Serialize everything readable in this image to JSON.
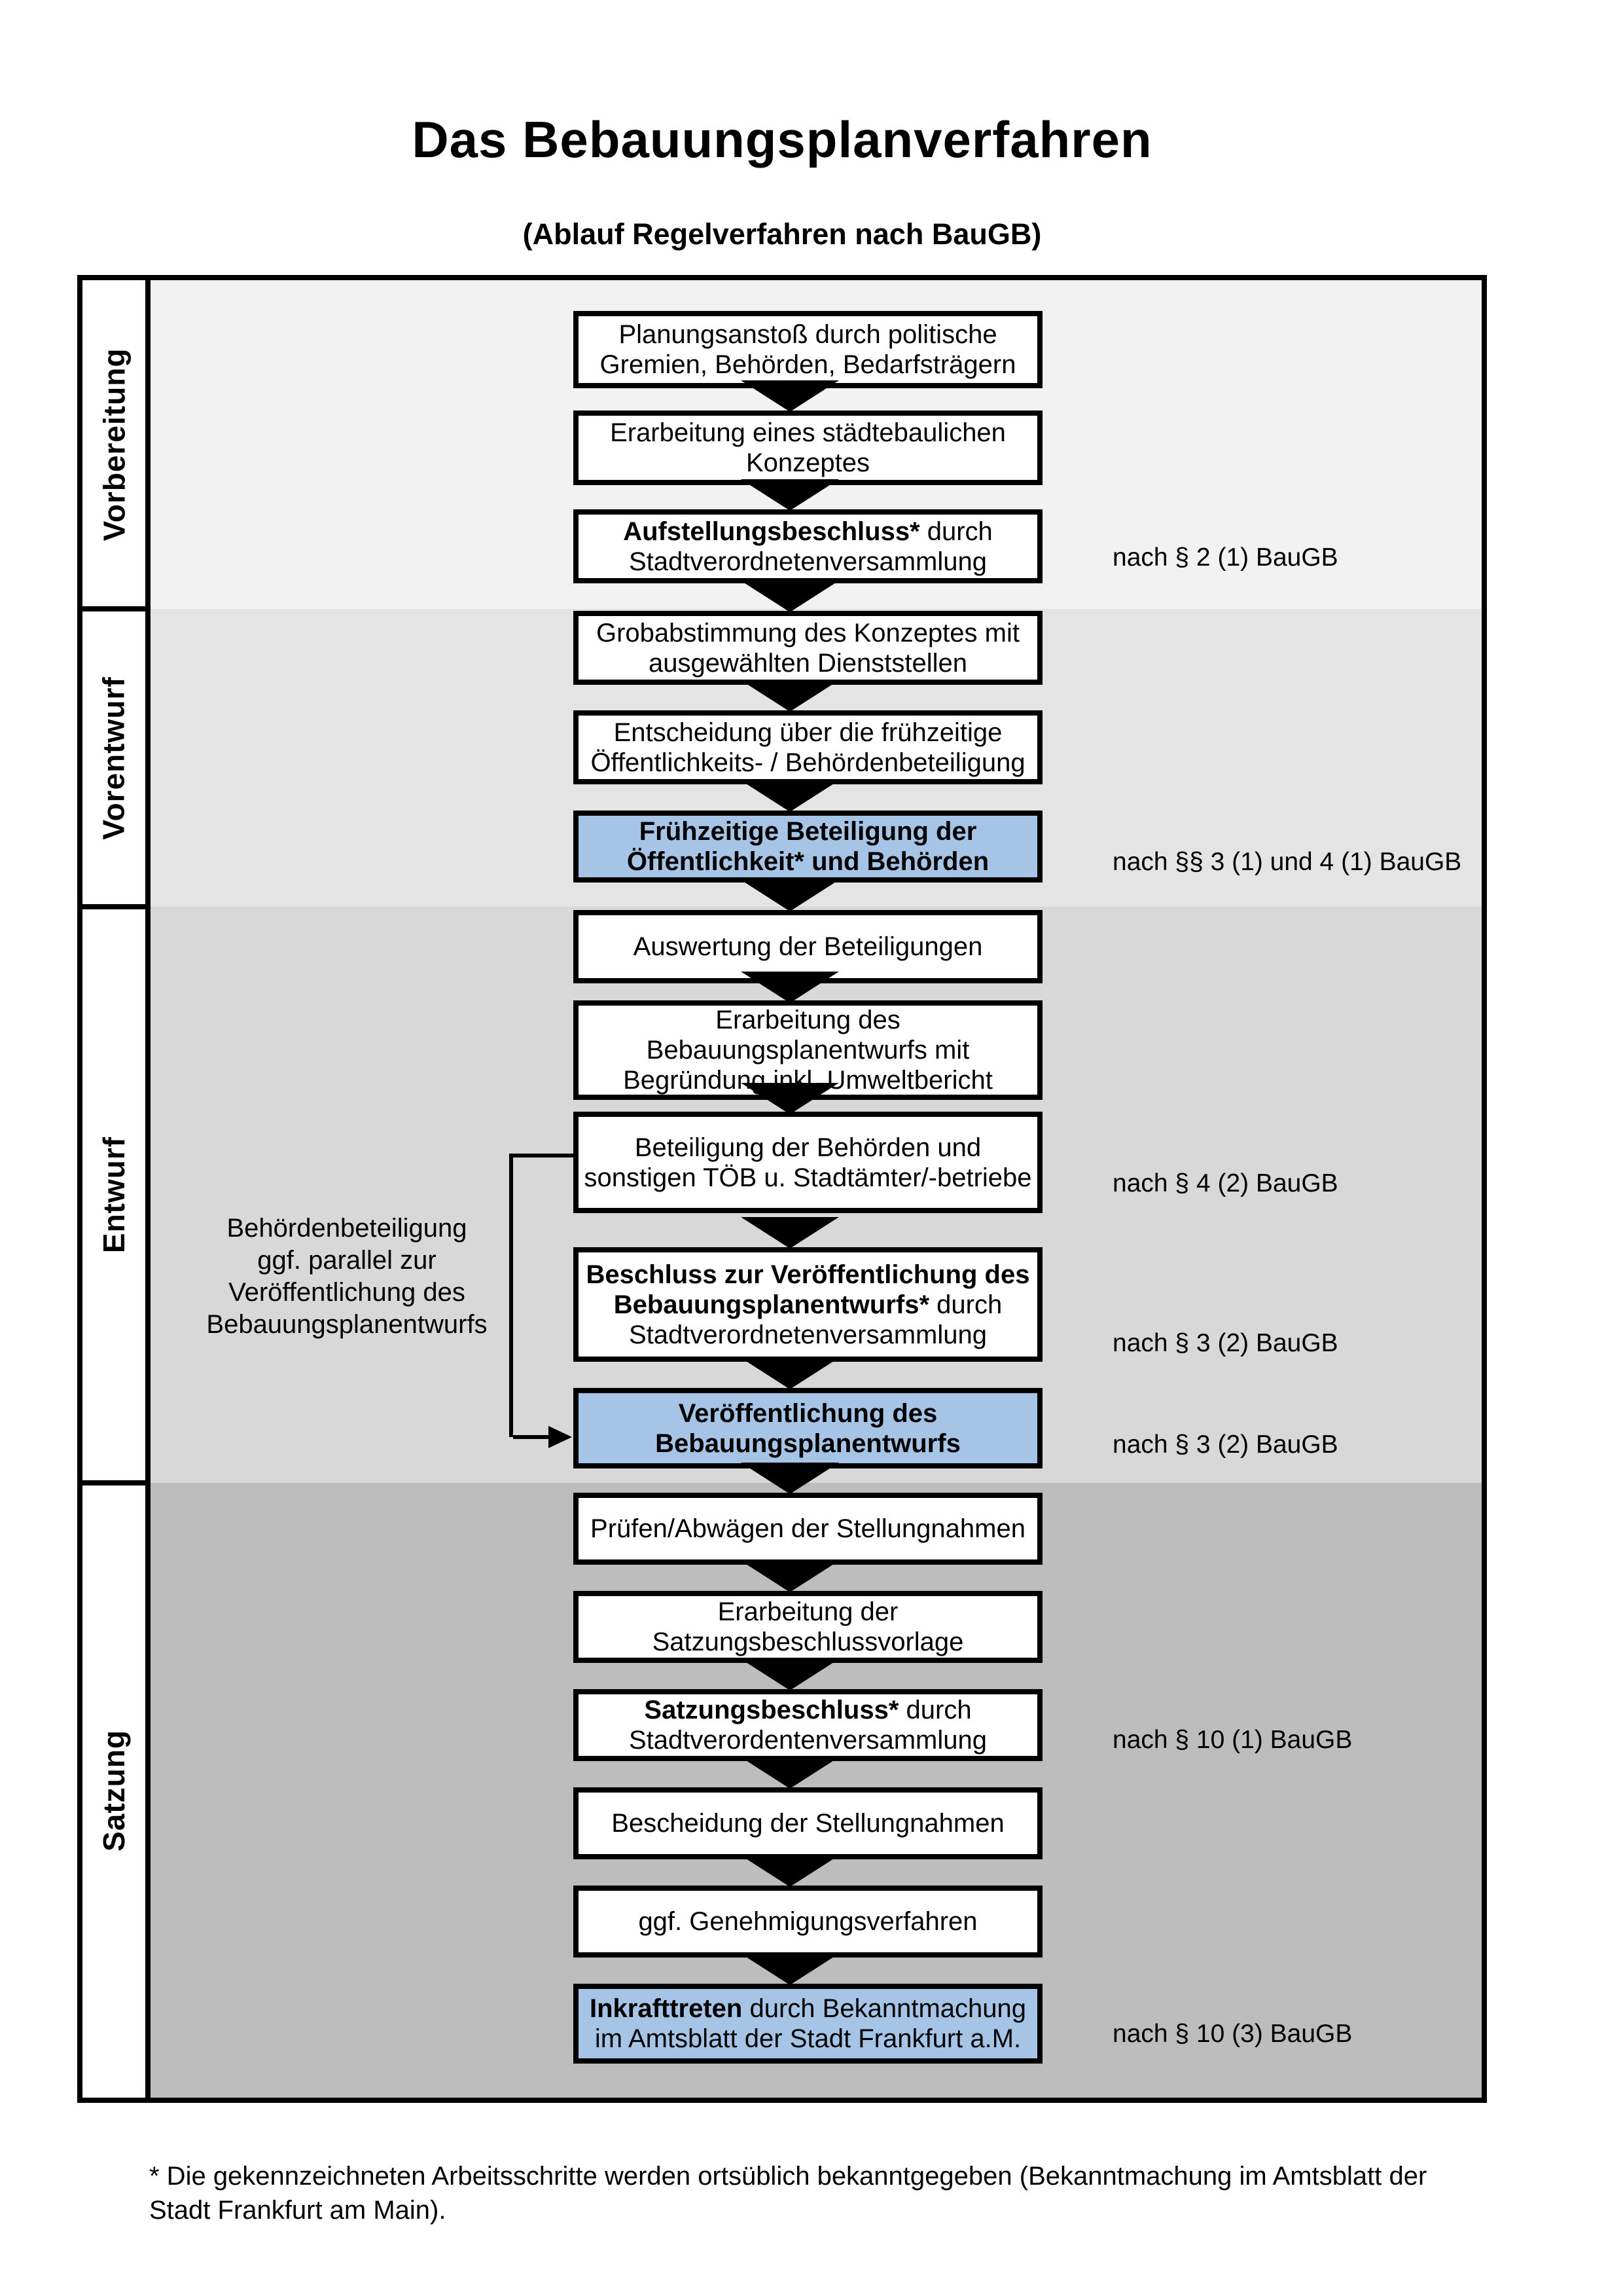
{
  "title": "Das Bebauungsplanverfahren",
  "subtitle": "(Ablauf Regelverfahren nach BauGB)",
  "phases": [
    {
      "label": "Vorbereitung"
    },
    {
      "label": "Vorentwurf"
    },
    {
      "label": "Entwurf"
    },
    {
      "label": "Satzung"
    }
  ],
  "colors": {
    "phase_backgrounds": [
      "#f2f2f2",
      "#e4e4e4",
      "#d8d8d8",
      "#bdbdbd"
    ],
    "highlight_box": "#a6c5e6",
    "border": "#000000"
  },
  "boxes": [
    {
      "lines": [
        {
          "bold": "",
          "rest": "Planungsanstoß durch politische"
        },
        {
          "bold": "",
          "rest": "Gremien, Behörden, Bedarfsträgern"
        }
      ]
    },
    {
      "lines": [
        {
          "bold": "",
          "rest": "Erarbeitung eines städtebaulichen"
        },
        {
          "bold": "",
          "rest": "Konzeptes"
        }
      ]
    },
    {
      "lines": [
        {
          "bold": "Aufstellungsbeschluss*",
          "rest": " durch"
        },
        {
          "bold": "",
          "rest": "Stadtverordnetenversammlung"
        }
      ]
    },
    {
      "lines": [
        {
          "bold": "",
          "rest": "Grobabstimmung des Konzeptes mit"
        },
        {
          "bold": "",
          "rest": "ausgewählten Dienststellen"
        }
      ]
    },
    {
      "lines": [
        {
          "bold": "",
          "rest": "Entscheidung über die frühzeitige"
        },
        {
          "bold": "",
          "rest": "Öffentlichkeits- / Behördenbeteiligung"
        }
      ]
    },
    {
      "lines": [
        {
          "bold": "Frühzeitige Beteiligung der",
          "rest": ""
        },
        {
          "bold": "Öffentlichkeit* und Behörden",
          "rest": ""
        }
      ]
    },
    {
      "lines": [
        {
          "bold": "",
          "rest": "Auswertung der Beteiligungen"
        }
      ]
    },
    {
      "lines": [
        {
          "bold": "",
          "rest": "Erarbeitung des"
        },
        {
          "bold": "",
          "rest": "Bebauungsplanentwurfs mit"
        },
        {
          "bold": "",
          "rest": "Begründung inkl. Umweltbericht"
        }
      ]
    },
    {
      "lines": [
        {
          "bold": "",
          "rest": "Beteiligung der Behörden und"
        },
        {
          "bold": "",
          "rest": "sonstigen TÖB u. Stadtämter/-betriebe"
        }
      ]
    },
    {
      "lines": [
        {
          "bold": "Beschluss zur Veröffentlichung des",
          "rest": ""
        },
        {
          "bold": "Bebauungsplanentwurfs*",
          "rest": " durch"
        },
        {
          "bold": "",
          "rest": "Stadtverordnetenversammlung"
        }
      ]
    },
    {
      "lines": [
        {
          "bold": "Veröffentlichung des",
          "rest": ""
        },
        {
          "bold": "Bebauungsplanentwurfs",
          "rest": ""
        }
      ]
    },
    {
      "lines": [
        {
          "bold": "",
          "rest": "Prüfen/Abwägen der Stellungnahmen"
        }
      ]
    },
    {
      "lines": [
        {
          "bold": "",
          "rest": "Erarbeitung der"
        },
        {
          "bold": "",
          "rest": "Satzungsbeschlussvorlage"
        }
      ]
    },
    {
      "lines": [
        {
          "bold": "Satzungsbeschluss*",
          "rest": " durch"
        },
        {
          "bold": "",
          "rest": "Stadtverordentenversammlung"
        }
      ]
    },
    {
      "lines": [
        {
          "bold": "",
          "rest": "Bescheidung der Stellungnahmen"
        }
      ]
    },
    {
      "lines": [
        {
          "bold": "",
          "rest": "ggf. Genehmigungsverfahren"
        }
      ]
    },
    {
      "lines": [
        {
          "bold": "Inkrafttreten",
          "rest": " durch Bekanntmachung"
        },
        {
          "bold": "",
          "rest": "im Amtsblatt der Stadt Frankfurt a.M."
        }
      ]
    }
  ],
  "annotations": [
    {
      "text": "nach § 2 (1) BauGB"
    },
    {
      "text": "nach §§ 3 (1) und 4 (1) BauGB"
    },
    {
      "text": "nach § 4 (2) BauGB"
    },
    {
      "text": "nach § 3 (2) BauGB"
    },
    {
      "text": "nach § 3 (2) BauGB"
    },
    {
      "text": "nach § 10 (1) BauGB"
    },
    {
      "text": "nach § 10 (3) BauGB"
    }
  ],
  "side_note": {
    "lines": [
      "Behördenbeteiligung",
      "ggf. parallel zur",
      "Veröffentlichung des",
      "Bebauungsplanentwurfs"
    ]
  },
  "footnote": "* Die gekennzeichneten Arbeitsschritte werden ortsüblich bekanntgegeben (Bekanntmachung im Amtsblatt  der Stadt Frankfurt am Main)."
}
